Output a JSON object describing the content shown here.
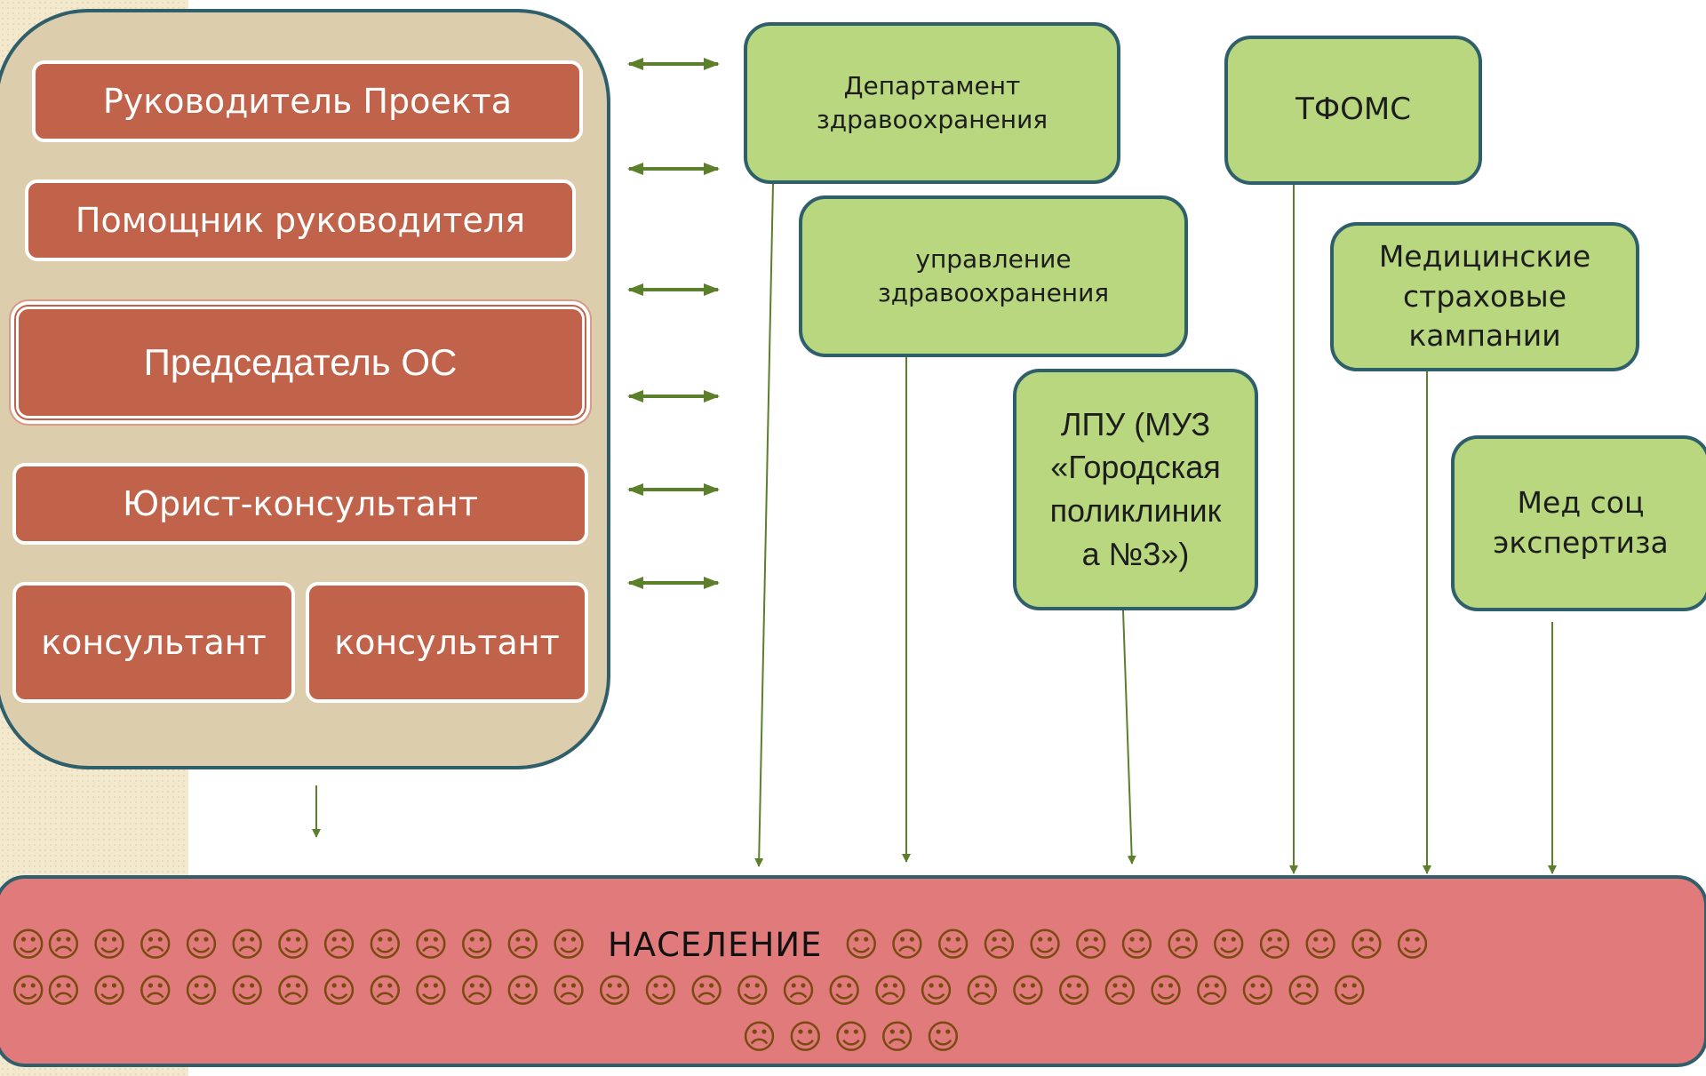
{
  "left_panel": {
    "project_head": "Руководитель Проекта",
    "assistant": "Помощник руководителя",
    "chairman": "Председатель ОС",
    "lawyer": "Юрист-консультант",
    "consultant_left": "консультант",
    "consultant_right": "консультант"
  },
  "partners": {
    "health_department": [
      "Департамент",
      "здравоохранения"
    ],
    "tfoms": "ТФОМС",
    "health_administration": [
      "управление",
      "здравоохранения"
    ],
    "insurance_companies": [
      "Медицинские",
      "страховые",
      "кампании"
    ],
    "lpu": [
      "ЛПУ (МУЗ",
      "«Городская",
      "поликлиник",
      "а №3»)"
    ],
    "med_soc_expertise": [
      "Мед соц",
      "экспертиза"
    ]
  },
  "population": {
    "label": "НАСЕЛЕНИЕ",
    "line1_left": "☺☹ ☺ ☹ ☺ ☹ ☺ ☹ ☺ ☹ ☺ ☹ ☺",
    "line1_right": "☺ ☹ ☺ ☹ ☺ ☹ ☺ ☹ ☺ ☹ ☺ ☹ ☺",
    "line2": "☺☹ ☺ ☹ ☺  ☺ ☹ ☺ ☹ ☺  ☹ ☺ ☹ ☺  ☺ ☹ ☺ ☹ ☺ ☹ ☺ ☹ ☺  ☺ ☹ ☺ ☹ ☺ ☹ ☺",
    "line3": "☹ ☺  ☺ ☹ ☺"
  },
  "colors": {
    "panel_bg": "#dccdac",
    "panel_border": "#2f5f6b",
    "role_box": "#c0634a",
    "partner_box": "#b9d77f",
    "population_box": "#e07a7b",
    "arrow": "#5b7f2a"
  }
}
